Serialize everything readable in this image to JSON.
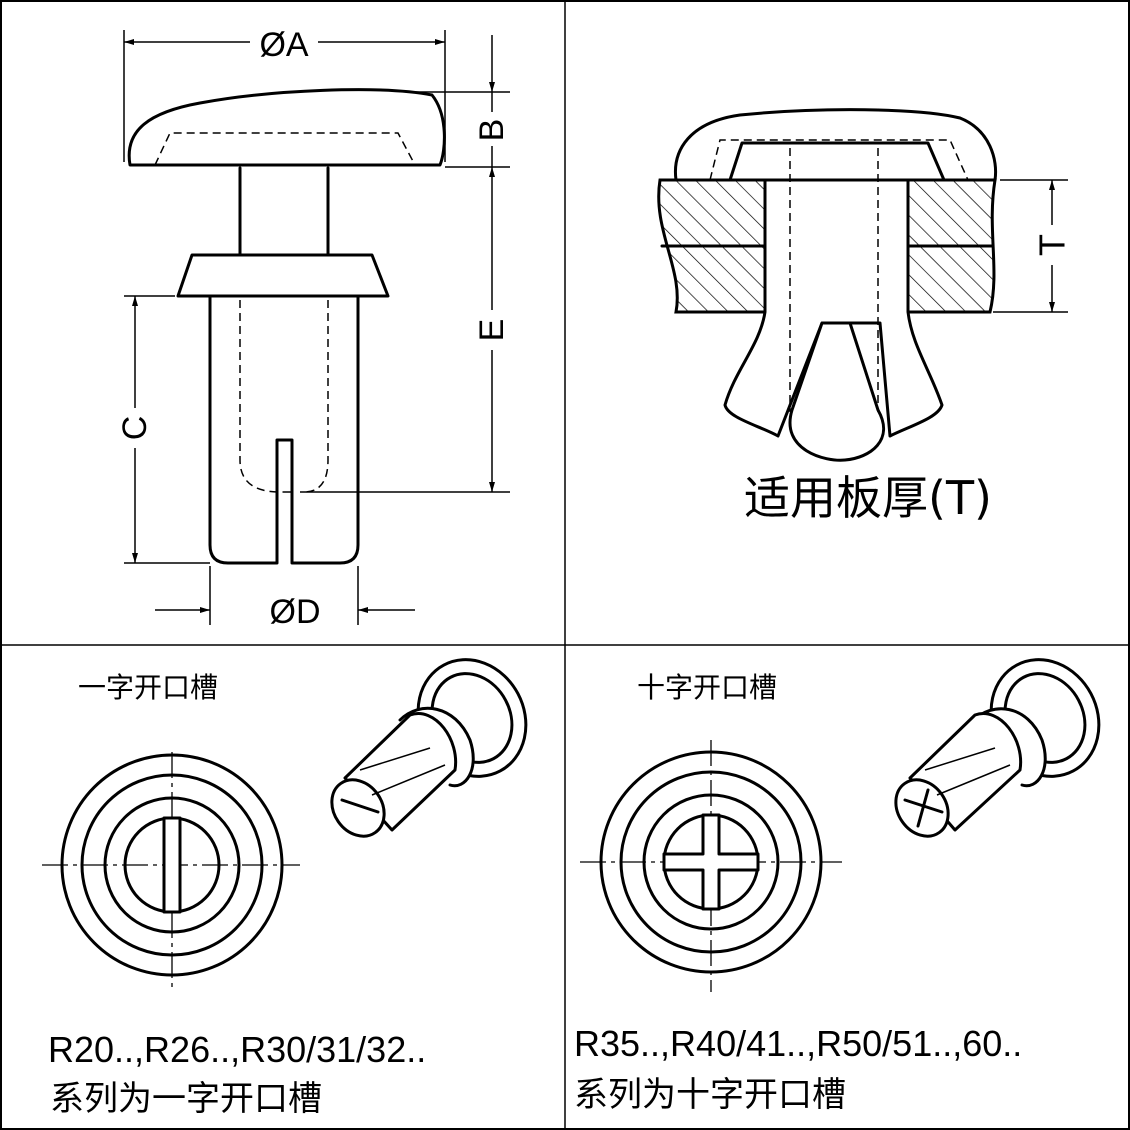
{
  "dimensions": {
    "dia_a": "ØA",
    "dim_b": "B",
    "dim_c": "C",
    "dim_e": "E",
    "dia_d": "ØD",
    "dim_t": "T"
  },
  "thickness_caption": "适用板厚(T)",
  "panels": {
    "slot_single": {
      "heading": "一字开口槽",
      "series": "R20..,R26..,R30/31/32..",
      "note": "系列为一字开口槽"
    },
    "slot_cross": {
      "heading": "十字开口槽",
      "series": "R35..,R40/41..,R50/51..,60..",
      "note": "系列为十字开口槽"
    }
  },
  "colors": {
    "line": "#000000",
    "background": "#ffffff"
  }
}
